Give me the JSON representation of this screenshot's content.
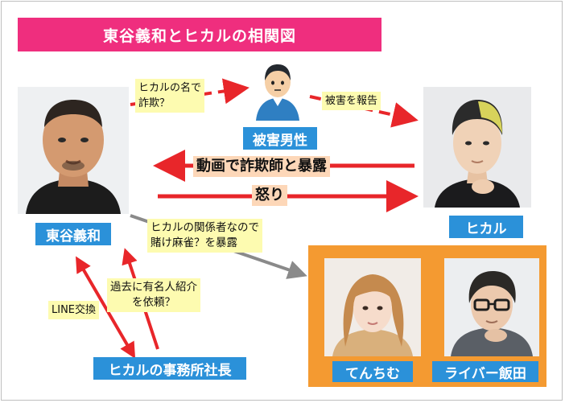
{
  "title": "東谷義和とヒカルの相関図",
  "people": {
    "higashitani": "東谷義和",
    "victim": "被害男性",
    "hikaru": "ヒカル",
    "tenchimu": "てんちむ",
    "iida": "ライバー飯田",
    "president": "ヒカルの事務所社長"
  },
  "relations": {
    "fraud_q_line1": "ヒカルの名で",
    "fraud_q_line2": "詐欺？",
    "report": "被害を報告",
    "expose": "動画で詐欺師と暴露",
    "anger": "怒り",
    "gamble_line1": "ヒカルの関係者なので",
    "gamble_line2": "賭け麻雀？を暴露",
    "celeb_line1": "過去に有名人紹介",
    "celeb_line2": "を依頼？",
    "line_exchange": "LINE交換"
  },
  "colors": {
    "title_bg": "#ef2e7e",
    "tag_bg": "#2b91d9",
    "arrow_red": "#e8262a",
    "arrow_gray": "#8a8a8a",
    "note_bg": "#fdfbb0",
    "band_bg": "#fdd7b8",
    "group_bg": "#f49a31"
  }
}
